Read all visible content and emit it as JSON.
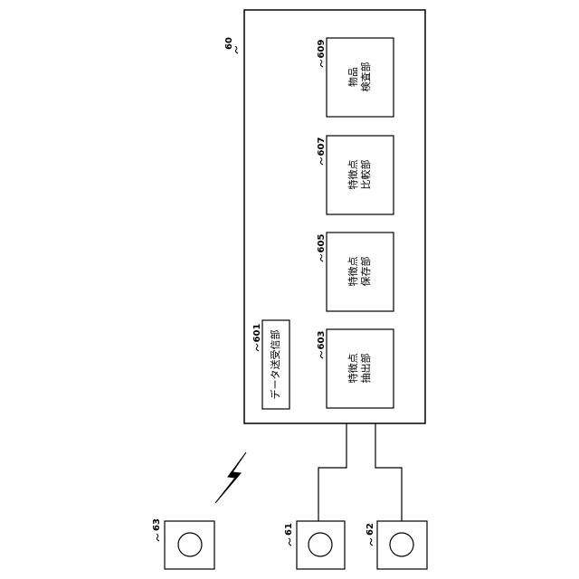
{
  "server": {
    "ref": "60"
  },
  "transceiver": {
    "ref": "601",
    "label": "データ送受信部"
  },
  "units": [
    {
      "ref": "609",
      "line1": "物品",
      "line2": "検査部"
    },
    {
      "ref": "607",
      "line1": "特徴点",
      "line2": "比較部"
    },
    {
      "ref": "605",
      "line1": "特徴点",
      "line2": "保存部"
    },
    {
      "ref": "603",
      "line1": "特徴点",
      "line2": "抽出部"
    }
  ],
  "devices": [
    {
      "ref": "63"
    },
    {
      "ref": "61"
    },
    {
      "ref": "62"
    }
  ]
}
